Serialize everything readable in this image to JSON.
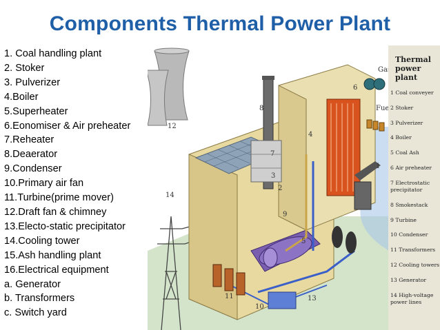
{
  "title": "Components Thermal Power Plant",
  "components": [
    "1.  Coal handling plant",
    "2.  Stoker",
    "3. Pulverizer",
    "4.Boiler",
    "5.Superheater",
    "6.Eonomiser & Air preheater",
    "7.Reheater",
    "8.Deaerator",
    "9.Condenser",
    "10.Primary air fan",
    "11.Turbine(prime mover)",
    "12.Draft fan & chimney",
    "13.Electo-static precipitator",
    "14.Cooling tower",
    "15.Ash handling plant",
    "16.Electrical equipment",
    "a. Generator",
    "b. Transformers",
    "c. Switch yard"
  ],
  "legend": {
    "title": "Thermal power plant",
    "items": [
      "1 Coal conveyer",
      "2 Stoker",
      "3 Pulverizer",
      "4 Boiler",
      "5 Coal Ash",
      "6 Air preheater",
      "7 Electrostatic precipitator",
      "8 Smokestack",
      "9 Turbine",
      "10 Condenser",
      "11 Transformers",
      "12 Cooling towers",
      "13 Generator",
      "14 High-voltage power lines"
    ]
  },
  "diagram_labels": {
    "gas": "Gas",
    "fuel": "Fuel",
    "n1": "1",
    "n2": "2",
    "n3": "3",
    "n4": "4",
    "n5": "5",
    "n6": "6",
    "n7": "7",
    "n8": "8",
    "n9": "9",
    "n10": "10",
    "n11": "11",
    "n12": "12",
    "n13": "13",
    "n14": "14"
  },
  "colors": {
    "title": "#1f5fa8",
    "building": "#e8d9a0",
    "boiler_fire": "#d9531e",
    "turbine": "#7a5fb0",
    "pipes_blue": "#3a5fc8",
    "legend_bg": "#e9e6d8"
  }
}
